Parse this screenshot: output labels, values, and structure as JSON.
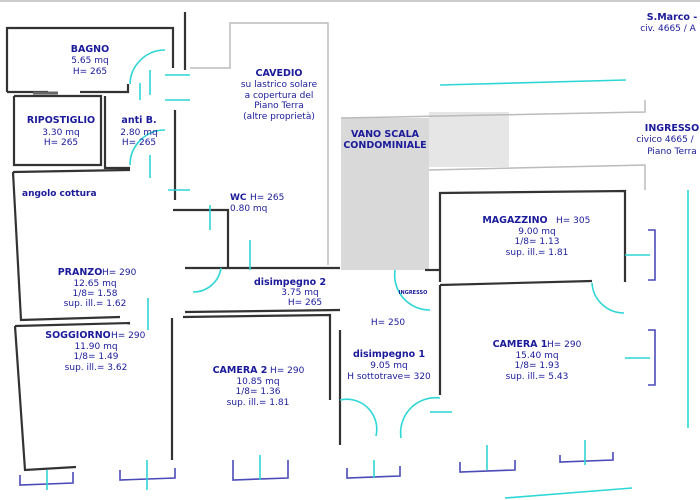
{
  "header": {
    "line1": "S.Marco -",
    "line2": "civ. 4665 / A"
  },
  "entrance": {
    "title": "INGRESSO",
    "line2": "civico 4665 /",
    "line3": "Piano Terra"
  },
  "stair": {
    "line1": "VANO SCALA",
    "line2": "CONDOMINIALE"
  },
  "cavedio": {
    "title": "CAVEDIO",
    "lines": [
      "su lastrico solare",
      "a copertura del",
      "Piano Terra",
      "(altre proprietà)"
    ]
  },
  "rooms": {
    "bagno": {
      "name": "BAGNO",
      "area": "5.65 mq",
      "height": "H= 265"
    },
    "ripostiglio": {
      "name": "RIPOSTIGLIO",
      "area": "3.30 mq",
      "height": "H= 265"
    },
    "antib": {
      "name": "anti B.",
      "area": "2.80 mq",
      "height": "H= 265"
    },
    "angolo": {
      "name": "angolo cottura"
    },
    "wc": {
      "name": "WC",
      "height": "H= 265",
      "area": "0.80 mq"
    },
    "pranzo": {
      "name": "PRANZO",
      "height": "H= 290",
      "area": "12.65 mq",
      "ratio": "1/8= 1.58",
      "sup": "sup. ill.= 1.62"
    },
    "disimpegno2": {
      "name": "disimpegno 2",
      "area": "3.75 mq",
      "height": "H= 265"
    },
    "soggiorno": {
      "name": "SOGGIORNO",
      "height": "H= 290",
      "area": "11.90 mq",
      "ratio": "1/8= 1.49",
      "sup": "sup. ill.= 3.62"
    },
    "camera2": {
      "name": "CAMERA 2",
      "height": "H= 290",
      "area": "10.85 mq",
      "ratio": "1/8= 1.36",
      "sup": "sup. ill.= 1.81"
    },
    "disimpegno1": {
      "name": "disimpegno 1",
      "area": "9.05 mq",
      "height": "H sottotrave= 320",
      "upper_height": "H= 250"
    },
    "magazzino": {
      "name": "MAGAZZINO",
      "height": "H= 305",
      "area": "9.00 mq",
      "ratio": "1/8= 1.13",
      "sup": "sup. ill.= 1.81"
    },
    "camera1": {
      "name": "CAMERA 1",
      "height": "H= 290",
      "area": "15.40 mq",
      "ratio": "1/8= 1.93",
      "sup": "sup. ill.= 5.43"
    }
  },
  "door_label": "INGRESSO",
  "colors": {
    "text": "#1a1a9a",
    "wall": "#333333",
    "dimension": "#2fd6d6",
    "window": "#4a4ab8",
    "stair": "#d9d9d9"
  }
}
